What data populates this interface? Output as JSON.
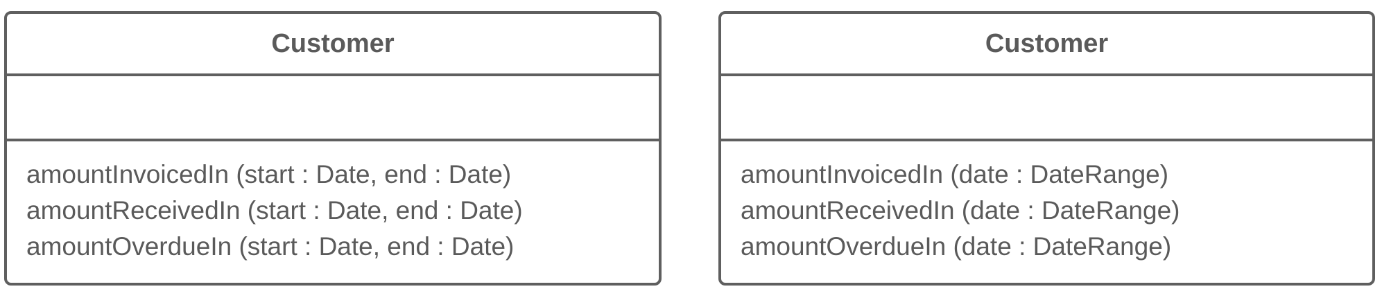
{
  "diagram": {
    "classes": [
      {
        "name": "Customer",
        "attributes": [],
        "operations": [
          "amountInvoicedIn (start : Date, end : Date)",
          "amountReceivedIn (start : Date, end : Date)",
          "amountOverdueIn (start : Date, end : Date)"
        ]
      },
      {
        "name": "Customer",
        "attributes": [],
        "operations": [
          "amountInvoicedIn (date : DateRange)",
          "amountReceivedIn (date : DateRange)",
          "amountOverdueIn (date : DateRange)"
        ]
      }
    ]
  },
  "colors": {
    "border": "#5f5f5f",
    "text": "#5a5a5a",
    "background": "#ffffff"
  }
}
